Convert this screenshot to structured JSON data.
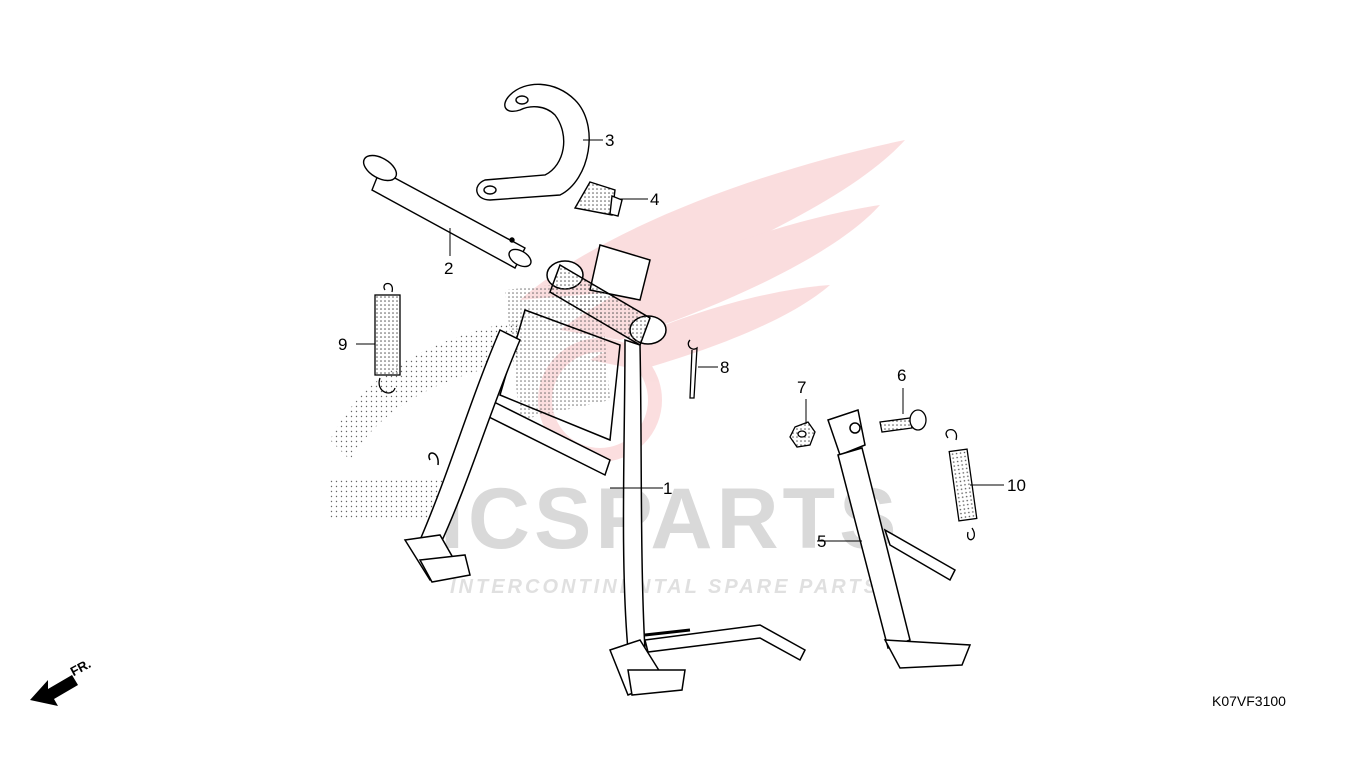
{
  "diagram": {
    "code": "K07VF3100",
    "front_arrow_label": "FR.",
    "watermark": {
      "brand_text": "ICSPARTS",
      "tagline": "INTERCONTINENTAL SPARE PARTS",
      "accent_color": "#e8464f",
      "dot_color": "#555555"
    },
    "callouts": [
      {
        "id": "1",
        "part": "main-stand"
      },
      {
        "id": "2",
        "part": "stand-pivot-shaft"
      },
      {
        "id": "3",
        "part": "stand-bracket-arm"
      },
      {
        "id": "4",
        "part": "rubber-stopper"
      },
      {
        "id": "5",
        "part": "side-stand"
      },
      {
        "id": "6",
        "part": "pivot-bolt"
      },
      {
        "id": "7",
        "part": "nut"
      },
      {
        "id": "8",
        "part": "cotter-pin"
      },
      {
        "id": "9",
        "part": "main-stand-spring"
      },
      {
        "id": "10",
        "part": "side-stand-spring"
      }
    ]
  }
}
